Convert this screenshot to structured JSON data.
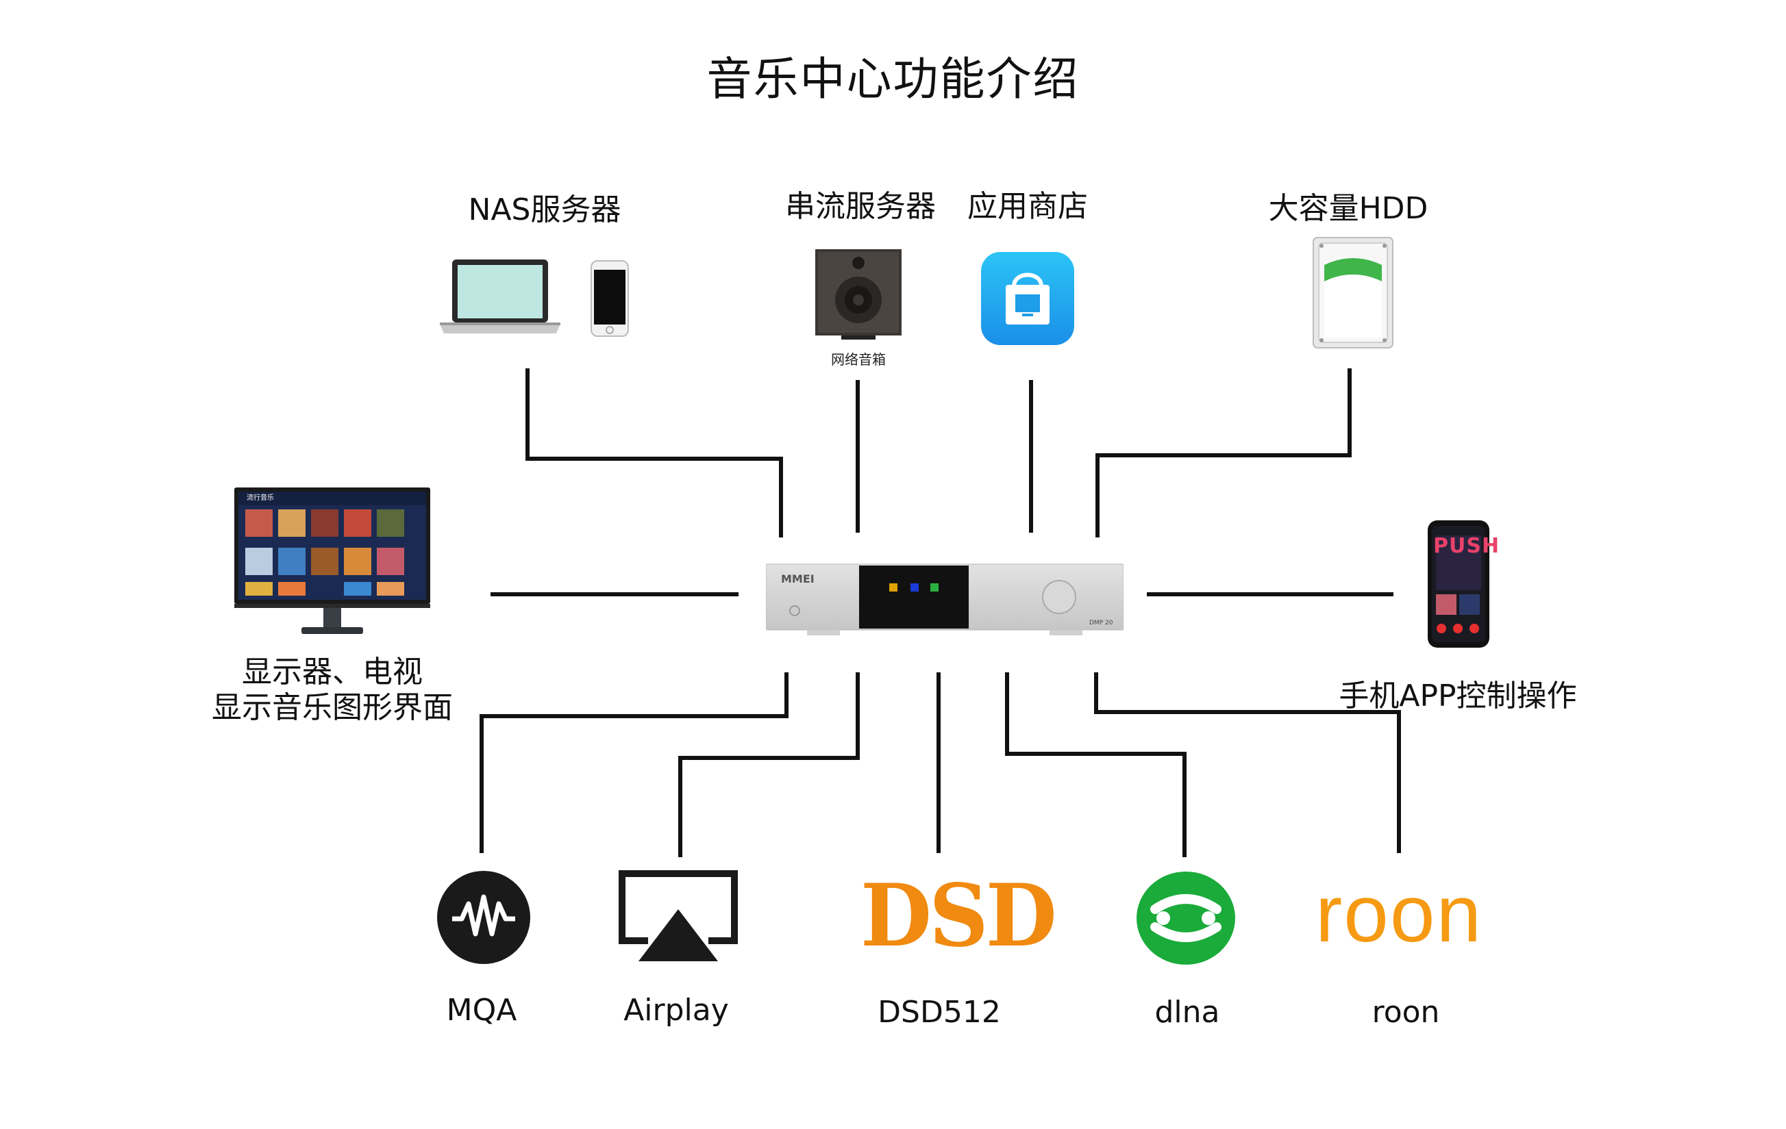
{
  "title": "音乐中心功能介绍",
  "nodes": {
    "nas": {
      "label": "NAS服务器"
    },
    "stream": {
      "label": "串流服务器",
      "sub_label": "网络音箱"
    },
    "appstore": {
      "label": "应用商店"
    },
    "hdd": {
      "label": "大容量HDD"
    },
    "display": {
      "label_line1": "显示器、电视",
      "label_line2": "显示音乐图形界面",
      "screen_header": "流行音乐"
    },
    "phone_app": {
      "label": "手机APP控制操作",
      "screen_text": "PUSH"
    },
    "device": {
      "brand": "MMEI",
      "model": "DMP 20"
    },
    "mqa": {
      "label": "MQA"
    },
    "airplay": {
      "label": "Airplay"
    },
    "dsd": {
      "label": "DSD512",
      "logo_text": "DSD"
    },
    "dlna": {
      "label": "dlna"
    },
    "roon": {
      "label": "roon",
      "logo_text": "roon"
    }
  },
  "colors": {
    "line": "#111111",
    "appstore_blue": "#1ea8f0",
    "dsd_orange": "#f08a10",
    "dlna_green": "#1aab3a",
    "roon_orange": "#f59a12",
    "hdd_green": "#3fb54a"
  }
}
